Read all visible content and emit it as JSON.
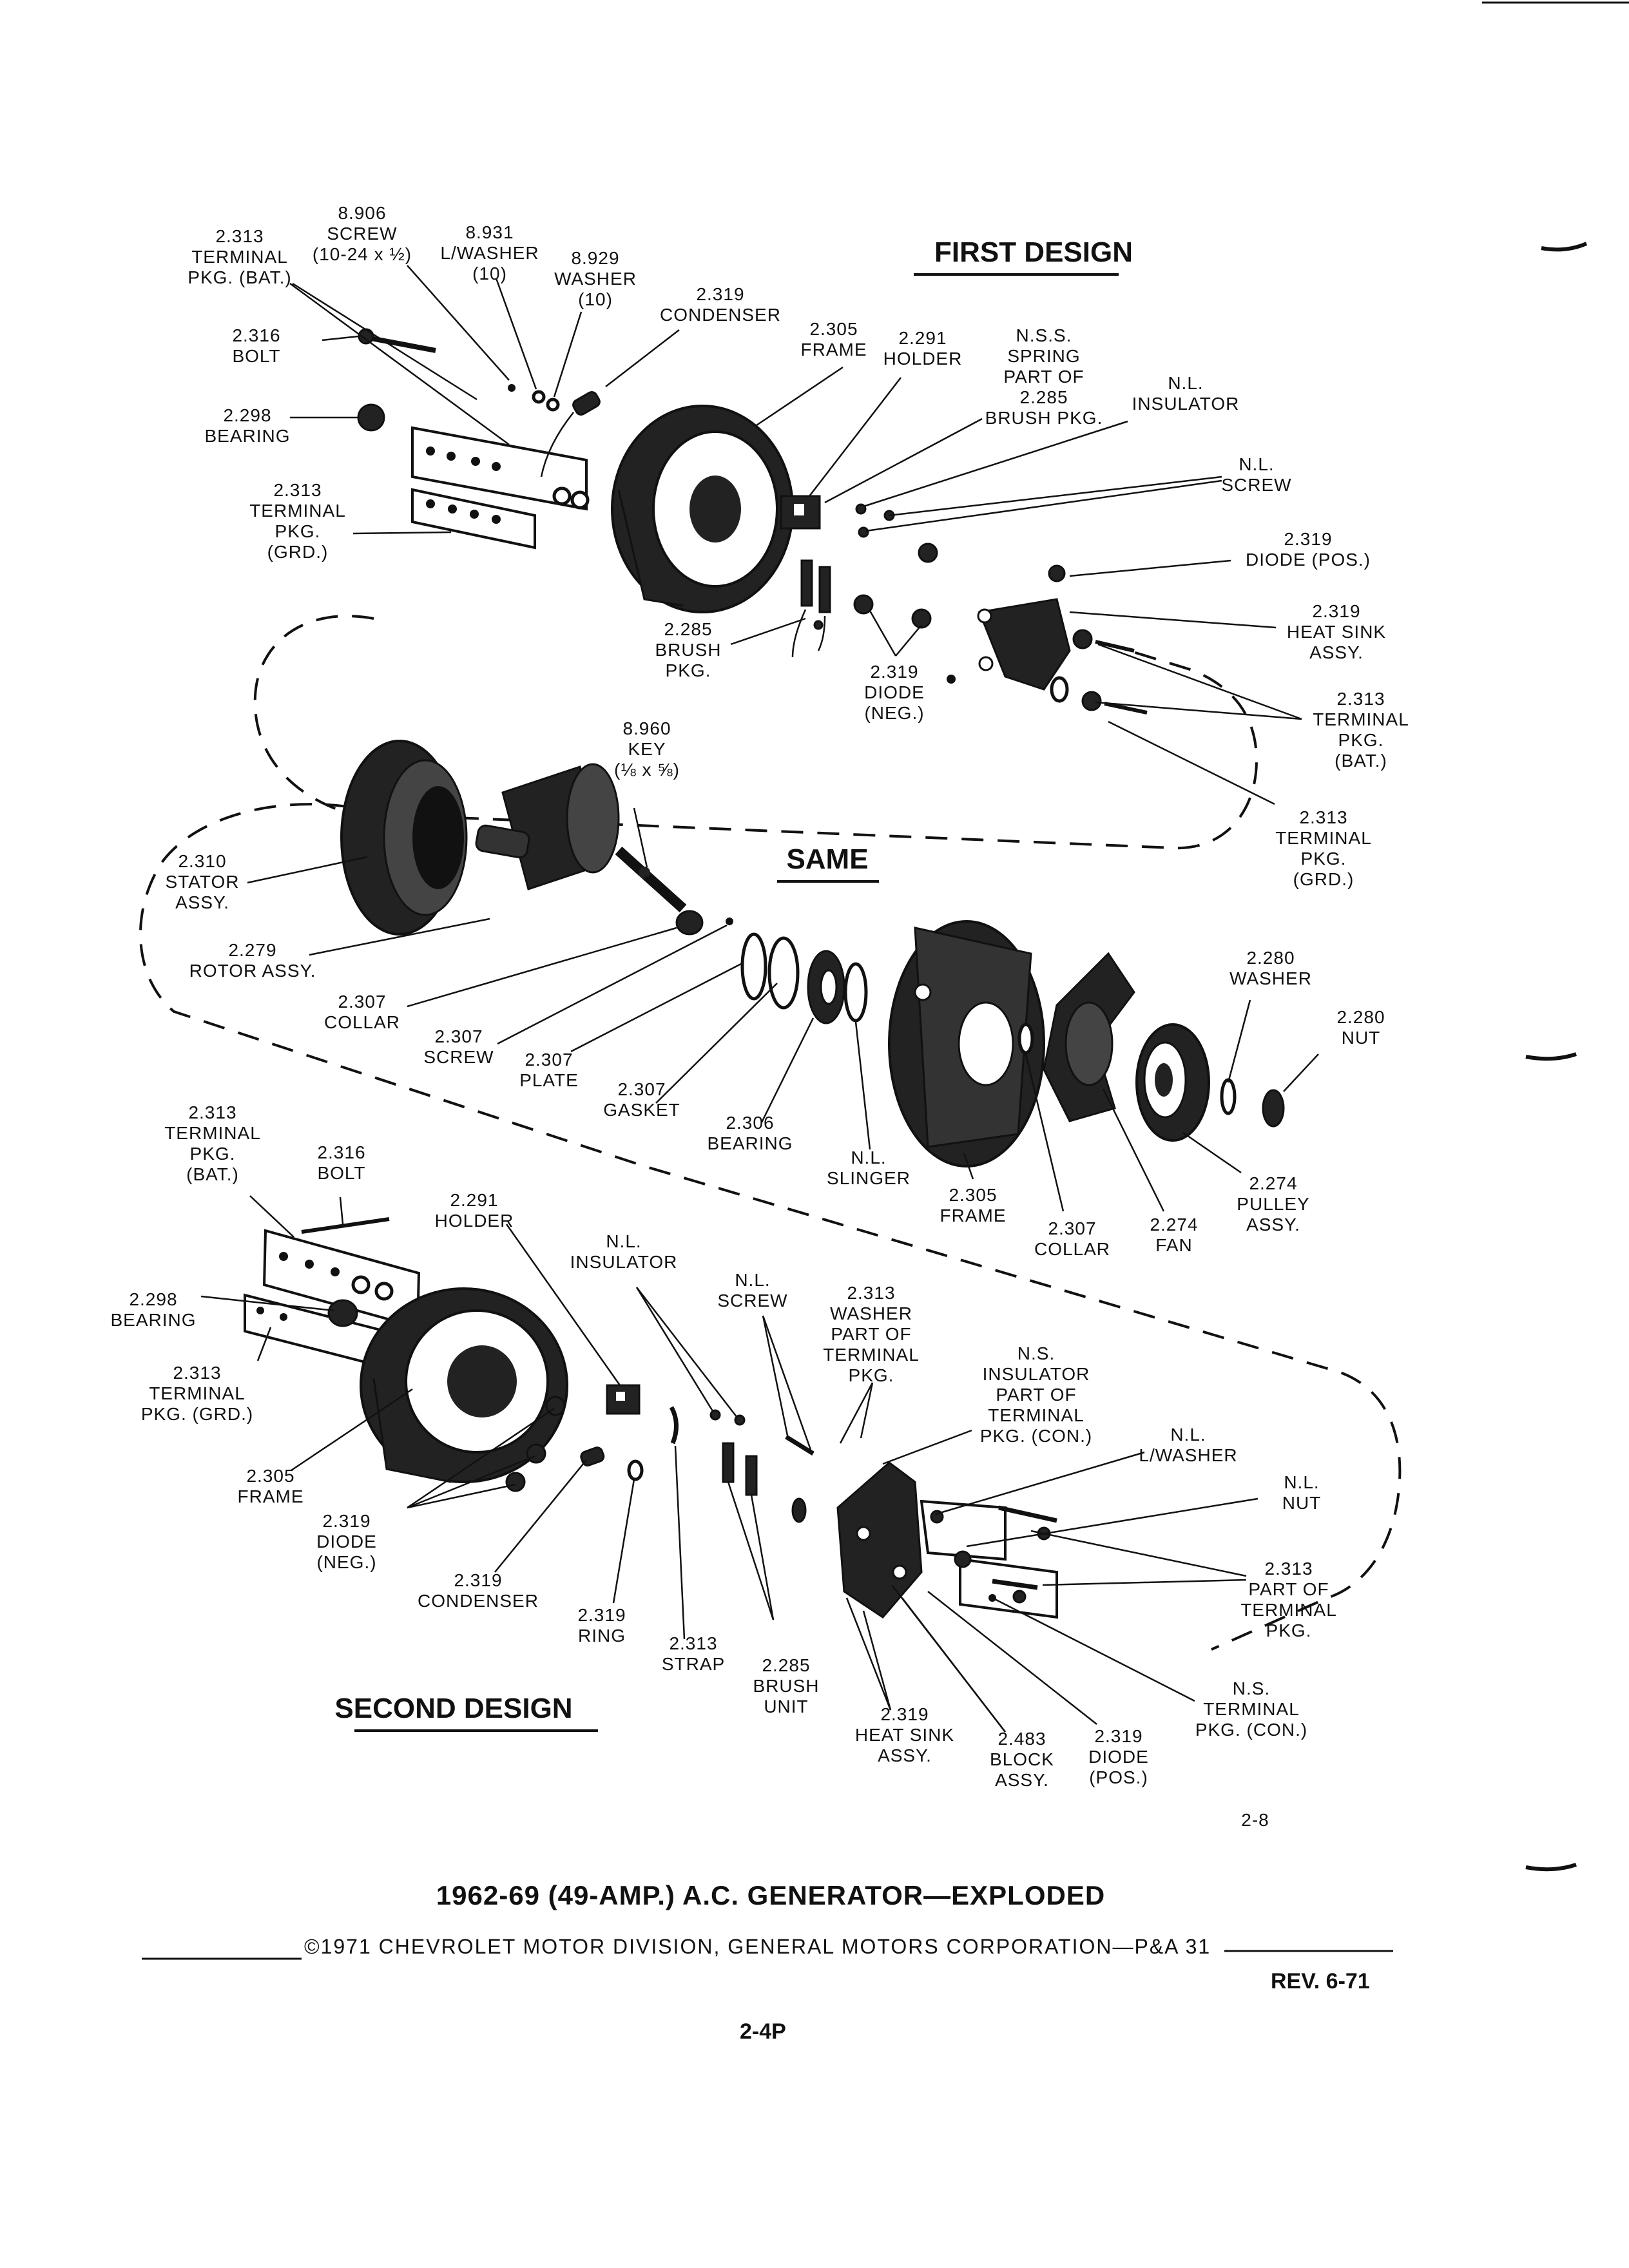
{
  "headings": {
    "first_design": "FIRST DESIGN",
    "same": "SAME",
    "second_design": "SECOND DESIGN"
  },
  "labels": [
    {
      "id": "fd-2313-bat",
      "lines": [
        "2.313",
        "TERMINAL",
        "PKG. (BAT.)"
      ]
    },
    {
      "id": "fd-8906",
      "lines": [
        "8.906",
        "SCREW",
        "(10-24 x ½)"
      ]
    },
    {
      "id": "fd-8931",
      "lines": [
        "8.931",
        "L/WASHER",
        "(10)"
      ]
    },
    {
      "id": "fd-8929",
      "lines": [
        "8.929",
        "WASHER",
        "(10)"
      ]
    },
    {
      "id": "fd-2319-cond",
      "lines": [
        "2.319",
        "CONDENSER"
      ]
    },
    {
      "id": "fd-2305",
      "lines": [
        "2.305",
        "FRAME"
      ]
    },
    {
      "id": "fd-2291",
      "lines": [
        "2.291",
        "HOLDER"
      ]
    },
    {
      "id": "fd-nss",
      "lines": [
        "N.S.S.",
        "SPRING",
        "PART OF",
        "2.285",
        "BRUSH PKG."
      ]
    },
    {
      "id": "fd-nl-ins",
      "lines": [
        "N.L.",
        "INSULATOR"
      ]
    },
    {
      "id": "fd-nl-screw",
      "lines": [
        "N.L.",
        "SCREW"
      ]
    },
    {
      "id": "fd-2316",
      "lines": [
        "2.316",
        "BOLT"
      ]
    },
    {
      "id": "fd-2298",
      "lines": [
        "2.298",
        "BEARING"
      ]
    },
    {
      "id": "fd-2313-grd",
      "lines": [
        "2.313",
        "TERMINAL",
        "PKG.",
        "(GRD.)"
      ]
    },
    {
      "id": "fd-2319-pos",
      "lines": [
        "2.319",
        "DIODE (POS.)"
      ]
    },
    {
      "id": "fd-2319-hs",
      "lines": [
        "2.319",
        "HEAT SINK",
        "ASSY."
      ]
    },
    {
      "id": "fd-2285",
      "lines": [
        "2.285",
        "BRUSH",
        "PKG."
      ]
    },
    {
      "id": "fd-2319-neg",
      "lines": [
        "2.319",
        "DIODE",
        "(NEG.)"
      ]
    },
    {
      "id": "fd-2313-bat2",
      "lines": [
        "2.313",
        "TERMINAL",
        "PKG.",
        "(BAT.)"
      ]
    },
    {
      "id": "fd-2313-grd2",
      "lines": [
        "2.313",
        "TERMINAL",
        "PKG.",
        "(GRD.)"
      ]
    },
    {
      "id": "s-8960",
      "lines": [
        "8.960",
        "KEY",
        "(⅛ x ⅝)"
      ]
    },
    {
      "id": "s-2310",
      "lines": [
        "2.310",
        "STATOR",
        "ASSY."
      ]
    },
    {
      "id": "s-2279",
      "lines": [
        "2.279",
        "ROTOR ASSY."
      ]
    },
    {
      "id": "s-2307-collar",
      "lines": [
        "2.307",
        "COLLAR"
      ]
    },
    {
      "id": "s-2307-screw",
      "lines": [
        "2.307",
        "SCREW"
      ]
    },
    {
      "id": "s-2307-plate",
      "lines": [
        "2.307",
        "PLATE"
      ]
    },
    {
      "id": "s-2307-gasket",
      "lines": [
        "2.307",
        "GASKET"
      ]
    },
    {
      "id": "s-2306",
      "lines": [
        "2.306",
        "BEARING"
      ]
    },
    {
      "id": "s-nl-slinger",
      "lines": [
        "N.L.",
        "SLINGER"
      ]
    },
    {
      "id": "s-2305",
      "lines": [
        "2.305",
        "FRAME"
      ]
    },
    {
      "id": "s-2307-collar2",
      "lines": [
        "2.307",
        "COLLAR"
      ]
    },
    {
      "id": "s-2274-fan",
      "lines": [
        "2.274",
        "FAN"
      ]
    },
    {
      "id": "s-2274-pulley",
      "lines": [
        "2.274",
        "PULLEY",
        "ASSY."
      ]
    },
    {
      "id": "s-2280-washer",
      "lines": [
        "2.280",
        "WASHER"
      ]
    },
    {
      "id": "s-2280-nut",
      "lines": [
        "2.280",
        "NUT"
      ]
    },
    {
      "id": "sd-2313-bat",
      "lines": [
        "2.313",
        "TERMINAL",
        "PKG.",
        "(BAT.)"
      ]
    },
    {
      "id": "sd-2316",
      "lines": [
        "2.316",
        "BOLT"
      ]
    },
    {
      "id": "sd-2291",
      "lines": [
        "2.291",
        "HOLDER"
      ]
    },
    {
      "id": "sd-nl-ins",
      "lines": [
        "N.L.",
        "INSULATOR"
      ]
    },
    {
      "id": "sd-nl-screw",
      "lines": [
        "N.L.",
        "SCREW"
      ]
    },
    {
      "id": "sd-2313-washer",
      "lines": [
        "2.313",
        "WASHER",
        "PART OF",
        "TERMINAL",
        "PKG."
      ]
    },
    {
      "id": "sd-ns-ins",
      "lines": [
        "N.S.",
        "INSULATOR",
        "PART OF",
        "TERMINAL",
        "PKG. (CON.)"
      ]
    },
    {
      "id": "sd-nl-lwasher",
      "lines": [
        "N.L.",
        "L/WASHER"
      ]
    },
    {
      "id": "sd-nl-nut",
      "lines": [
        "N.L.",
        "NUT"
      ]
    },
    {
      "id": "sd-2313-part",
      "lines": [
        "2.313",
        "PART OF",
        "TERMINAL",
        "PKG."
      ]
    },
    {
      "id": "sd-2298",
      "lines": [
        "2.298",
        "BEARING"
      ]
    },
    {
      "id": "sd-2313-grd",
      "lines": [
        "2.313",
        "TERMINAL",
        "PKG. (GRD.)"
      ]
    },
    {
      "id": "sd-2305",
      "lines": [
        "2.305",
        "FRAME"
      ]
    },
    {
      "id": "sd-2319-neg",
      "lines": [
        "2.319",
        "DIODE",
        "(NEG.)"
      ]
    },
    {
      "id": "sd-2319-cond",
      "lines": [
        "2.319",
        "CONDENSER"
      ]
    },
    {
      "id": "sd-2319-ring",
      "lines": [
        "2.319",
        "RING"
      ]
    },
    {
      "id": "sd-2313-strap",
      "lines": [
        "2.313",
        "STRAP"
      ]
    },
    {
      "id": "sd-2285",
      "lines": [
        "2.285",
        "BRUSH",
        "UNIT"
      ]
    },
    {
      "id": "sd-2319-hs",
      "lines": [
        "2.319",
        "HEAT SINK",
        "ASSY."
      ]
    },
    {
      "id": "sd-2483",
      "lines": [
        "2.483",
        "BLOCK",
        "ASSY."
      ]
    },
    {
      "id": "sd-2319-pos",
      "lines": [
        "2.319",
        "DIODE",
        "(POS.)"
      ]
    },
    {
      "id": "sd-ns-term",
      "lines": [
        "N.S.",
        "TERMINAL",
        "PKG. (CON.)"
      ]
    }
  ],
  "page_ref": "2-8",
  "title": "1962-69 (49-AMP.) A.C. GENERATOR—EXPLODED",
  "copyright": "©1971 CHEVROLET MOTOR DIVISION, GENERAL MOTORS CORPORATION—P&A 31",
  "revision": "REV. 6-71",
  "page_number": "2-4P"
}
